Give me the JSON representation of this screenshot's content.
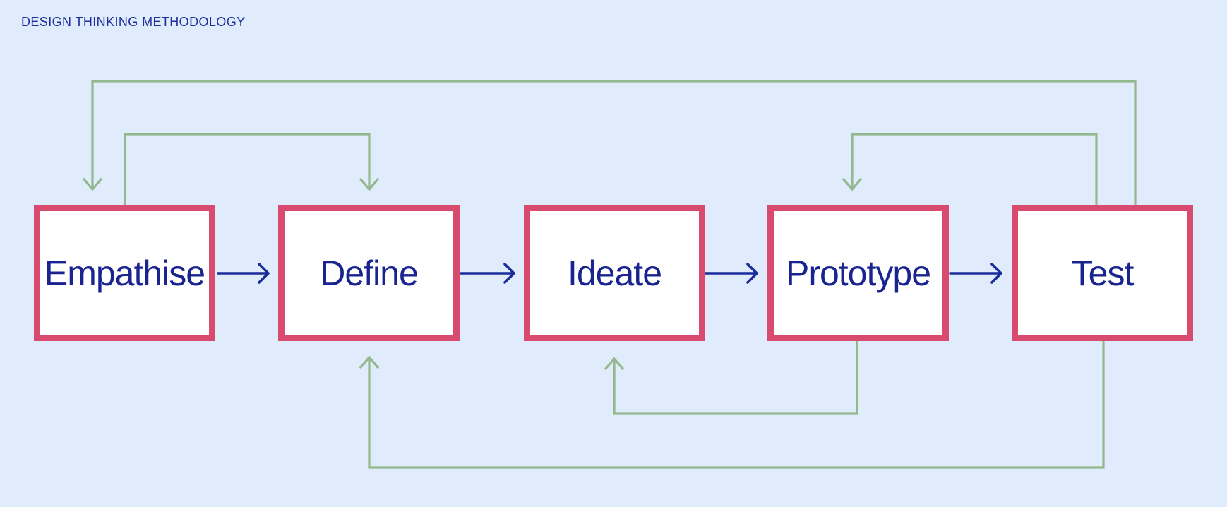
{
  "title": "DESIGN THINKING METHODOLOGY",
  "nodes": [
    {
      "label": "Empathise"
    },
    {
      "label": "Define"
    },
    {
      "label": "Ideate"
    },
    {
      "label": "Prototype"
    },
    {
      "label": "Test"
    }
  ],
  "connections": {
    "forward": [
      {
        "from": "Empathise",
        "to": "Define"
      },
      {
        "from": "Define",
        "to": "Ideate"
      },
      {
        "from": "Ideate",
        "to": "Prototype"
      },
      {
        "from": "Prototype",
        "to": "Test"
      }
    ],
    "feedback": [
      {
        "from": "Test",
        "to": "Empathise",
        "route": "top-outer"
      },
      {
        "from": "Empathise",
        "to": "Define",
        "route": "top-inner-left"
      },
      {
        "from": "Test",
        "to": "Prototype",
        "route": "top-inner-right"
      },
      {
        "from": "Prototype",
        "to": "Ideate",
        "route": "bottom-inner"
      },
      {
        "from": "Test",
        "to": "Define",
        "route": "bottom-outer"
      }
    ]
  },
  "colors": {
    "background": "#e0ebfb",
    "title-text": "#1e2f9c",
    "node-fill": "#ffffff",
    "node-border": "#d84a6e",
    "node-text": "#1a2490",
    "flow-arrow": "#1b2d9b",
    "feedback-arrow": "#93b88d"
  }
}
